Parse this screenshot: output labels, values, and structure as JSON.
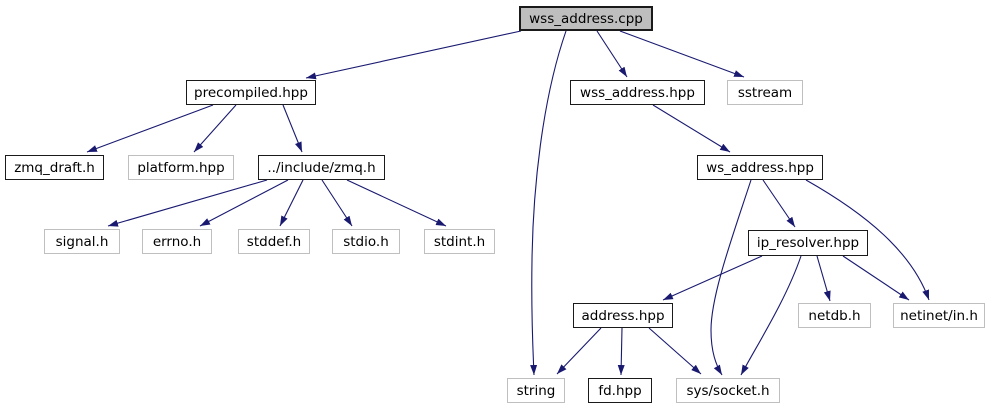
{
  "diagram": {
    "type": "include-dependency-graph",
    "root_file": "wss_address.cpp"
  },
  "colors": {
    "edge": "#191970",
    "node_fill": "#ffffff",
    "root_node_fill": "#bebebe",
    "internal_node_border": "#1a1a1a",
    "external_node_border": "#bfbfbf",
    "text": "#000000",
    "background": "#ffffff"
  },
  "nodes": [
    {
      "id": "wss_address_cpp",
      "label": "wss_address.cpp",
      "kind": "root"
    },
    {
      "id": "precompiled_hpp",
      "label": "precompiled.hpp",
      "kind": "internal"
    },
    {
      "id": "wss_address_hpp",
      "label": "wss_address.hpp",
      "kind": "internal"
    },
    {
      "id": "sstream",
      "label": "sstream",
      "kind": "external"
    },
    {
      "id": "zmq_draft_h",
      "label": "zmq_draft.h",
      "kind": "internal"
    },
    {
      "id": "platform_hpp",
      "label": "platform.hpp",
      "kind": "external"
    },
    {
      "id": "include_zmq_h",
      "label": "../include/zmq.h",
      "kind": "internal"
    },
    {
      "id": "ws_address_hpp",
      "label": "ws_address.hpp",
      "kind": "internal"
    },
    {
      "id": "signal_h",
      "label": "signal.h",
      "kind": "external"
    },
    {
      "id": "errno_h",
      "label": "errno.h",
      "kind": "external"
    },
    {
      "id": "stddef_h",
      "label": "stddef.h",
      "kind": "external"
    },
    {
      "id": "stdio_h",
      "label": "stdio.h",
      "kind": "external"
    },
    {
      "id": "stdint_h",
      "label": "stdint.h",
      "kind": "external"
    },
    {
      "id": "ip_resolver_hpp",
      "label": "ip_resolver.hpp",
      "kind": "internal"
    },
    {
      "id": "address_hpp",
      "label": "address.hpp",
      "kind": "internal"
    },
    {
      "id": "netdb_h",
      "label": "netdb.h",
      "kind": "external"
    },
    {
      "id": "netinet_in_h",
      "label": "netinet/in.h",
      "kind": "external"
    },
    {
      "id": "string",
      "label": "string",
      "kind": "external"
    },
    {
      "id": "fd_hpp",
      "label": "fd.hpp",
      "kind": "internal"
    },
    {
      "id": "sys_socket_h",
      "label": "sys/socket.h",
      "kind": "external"
    }
  ],
  "edges": [
    {
      "from": "wss_address_cpp",
      "to": "precompiled_hpp"
    },
    {
      "from": "wss_address_cpp",
      "to": "string"
    },
    {
      "from": "wss_address_cpp",
      "to": "wss_address_hpp"
    },
    {
      "from": "wss_address_cpp",
      "to": "sstream"
    },
    {
      "from": "precompiled_hpp",
      "to": "zmq_draft_h"
    },
    {
      "from": "precompiled_hpp",
      "to": "platform_hpp"
    },
    {
      "from": "precompiled_hpp",
      "to": "include_zmq_h"
    },
    {
      "from": "include_zmq_h",
      "to": "signal_h"
    },
    {
      "from": "include_zmq_h",
      "to": "errno_h"
    },
    {
      "from": "include_zmq_h",
      "to": "stddef_h"
    },
    {
      "from": "include_zmq_h",
      "to": "stdio_h"
    },
    {
      "from": "include_zmq_h",
      "to": "stdint_h"
    },
    {
      "from": "wss_address_hpp",
      "to": "ws_address_hpp"
    },
    {
      "from": "ws_address_hpp",
      "to": "ip_resolver_hpp"
    },
    {
      "from": "ws_address_hpp",
      "to": "sys_socket_h"
    },
    {
      "from": "ws_address_hpp",
      "to": "netinet_in_h"
    },
    {
      "from": "ip_resolver_hpp",
      "to": "address_hpp"
    },
    {
      "from": "ip_resolver_hpp",
      "to": "netdb_h"
    },
    {
      "from": "ip_resolver_hpp",
      "to": "netinet_in_h"
    },
    {
      "from": "ip_resolver_hpp",
      "to": "sys_socket_h"
    },
    {
      "from": "address_hpp",
      "to": "string"
    },
    {
      "from": "address_hpp",
      "to": "fd_hpp"
    },
    {
      "from": "address_hpp",
      "to": "sys_socket_h"
    }
  ]
}
